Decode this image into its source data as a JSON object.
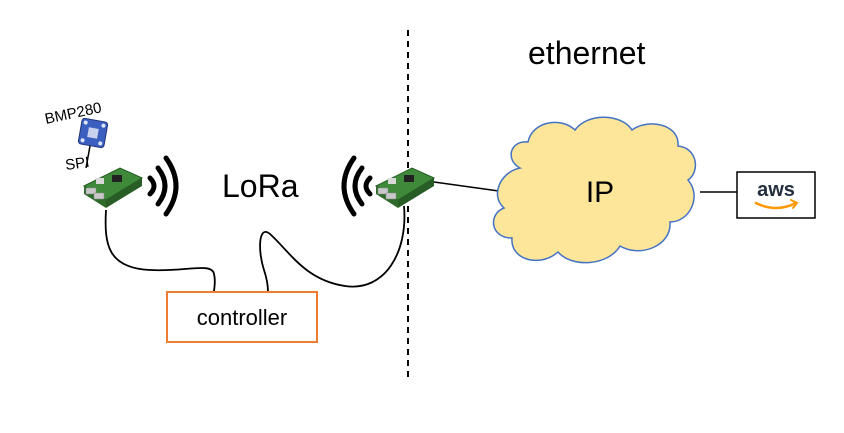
{
  "labels": {
    "ethernet": "ethernet",
    "lora": "LoRa",
    "sensor": "BMP280",
    "bus": "SPI",
    "controller": "controller",
    "network": "IP",
    "cloud_provider": "aws"
  },
  "colors": {
    "controller_border": "#ed7d31",
    "cloud_fill": "#fde699",
    "cloud_stroke": "#4472c4",
    "board_green": "#3f8a3a",
    "sensor_blue": "#3b5fc0",
    "aws_smile": "#ff9900"
  },
  "icons": [
    "raspberry-pi-board-icon",
    "bmp280-sensor-icon",
    "wireless-signal-icon",
    "cloud-icon",
    "aws-logo-icon"
  ]
}
